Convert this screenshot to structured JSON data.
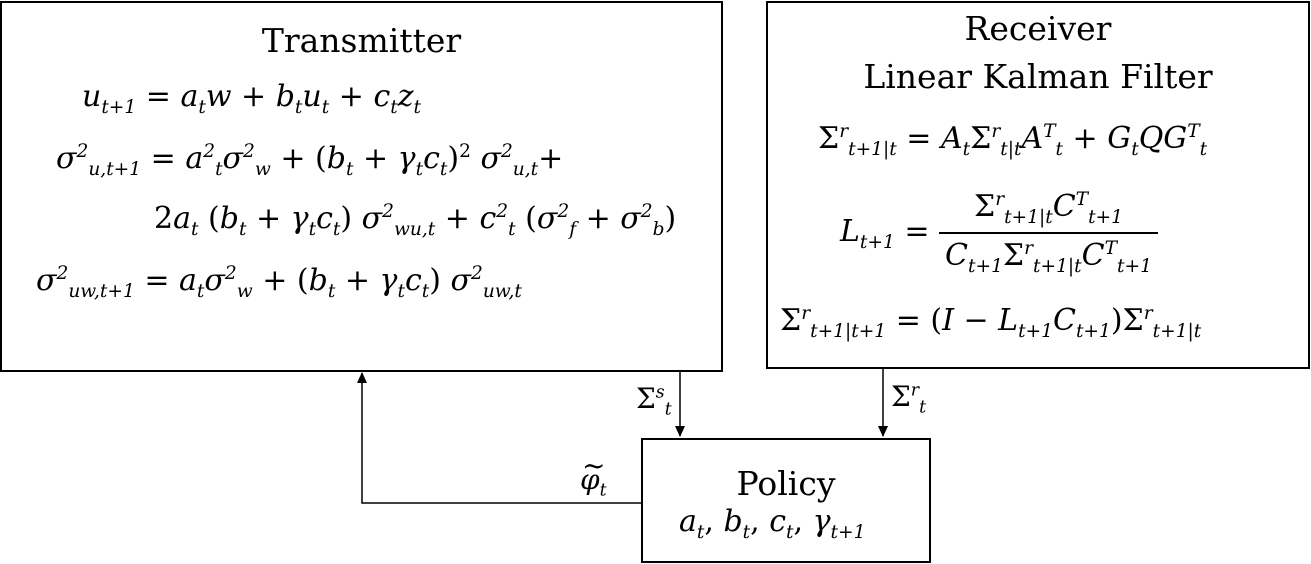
{
  "transmitter": {
    "title": "Transmitter",
    "equations": [
      "u_{t+1} = a_t w + b_t u_t + c_t z_t",
      "σ²_{u,t+1} = a_t² σ_w² + (b_t + γ_t c_t)² σ²_{u,t} +",
      "2a_t (b_t + γ_t c_t) σ²_{wu,t} + c_t² (σ_f² + σ_b²)",
      "σ²_{uw,t+1} = a_t σ_w² + (b_t + γ_t c_t) σ²_{uw,t}"
    ]
  },
  "receiver": {
    "title_line1": "Receiver",
    "title_line2": "Linear Kalman Filter",
    "equations": [
      "Σ^r_{t+1|t} = A_t Σ^r_{t|t} A_t^T + G_t Q G_t^T",
      "L_{t+1} = Σ^r_{t+1|t} C^T_{t+1} / (C_{t+1} Σ^r_{t+1|t} C^T_{t+1})",
      "Σ^r_{t+1|t+1} = (I − L_{t+1} C_{t+1}) Σ^r_{t+1|t}"
    ]
  },
  "policy": {
    "title": "Policy",
    "params": "a_t, b_t, c_t, γ_{t+1}"
  },
  "connections": {
    "transmitter_to_policy": "Σ_t^s",
    "receiver_to_policy": "Σ_t^r",
    "policy_to_transmitter": "φ̃_t"
  }
}
